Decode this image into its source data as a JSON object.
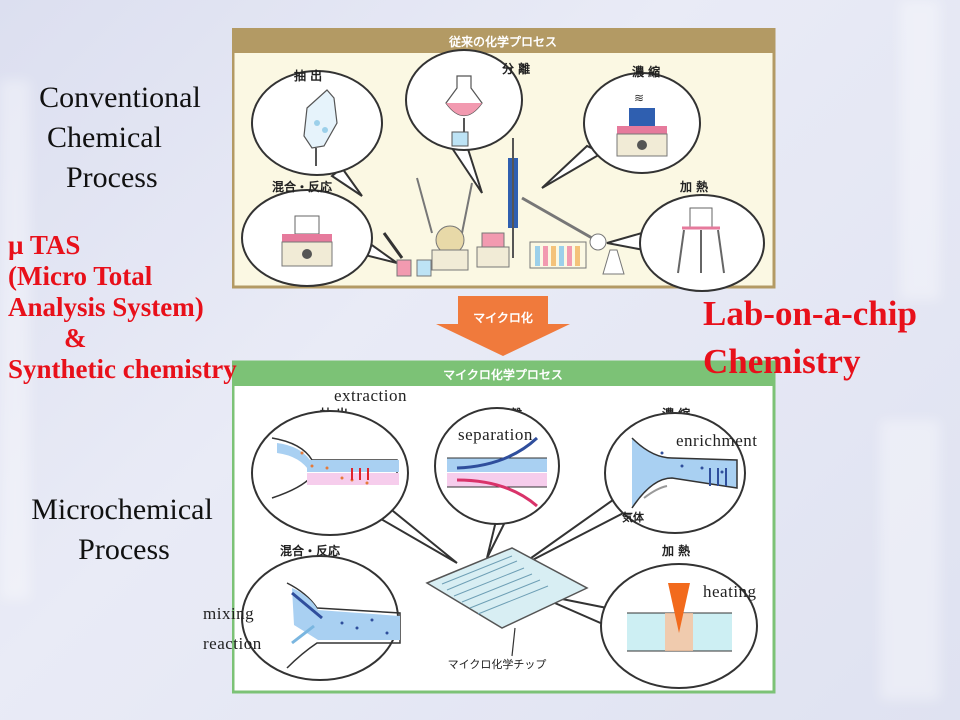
{
  "left": {
    "conventional_lines": [
      "Conventional",
      "Chemical",
      "Process"
    ],
    "mutas_lines": [
      "µ TAS",
      "(Micro Total",
      "Analysis System)",
      "&",
      "Synthetic chemistry"
    ],
    "microchem_lines": [
      "Microchemical",
      "Process"
    ]
  },
  "right": {
    "lab_lines": [
      "Lab-on-a-chip",
      "Chemistry"
    ]
  },
  "annotations": {
    "extraction": "extraction",
    "separation": "separation",
    "enrichment": "enrichment",
    "mixing": "mixing",
    "reaction": "reaction",
    "heating": "heating"
  },
  "top_panel": {
    "title": "従来の化学プロセス",
    "extraction": "抽 出",
    "separation": "分 離",
    "concentration": "濃 縮",
    "mixing": "混合・反応",
    "heating": "加 熱"
  },
  "arrow_label": "マイクロ化",
  "bottom_panel": {
    "title": "マイクロ化学プロセス",
    "extraction": "抽 出",
    "separation": "分 離",
    "concentration": "濃 縮",
    "mixing": "混合・反応",
    "heating": "加 熱",
    "gas": "気体",
    "chip": "マイクロ化学チップ"
  },
  "colors": {
    "red": "#e8101a",
    "panel_border_top": "#b39a64",
    "panel_border_bottom": "#7cc276",
    "arrow": "#f07a3c"
  }
}
